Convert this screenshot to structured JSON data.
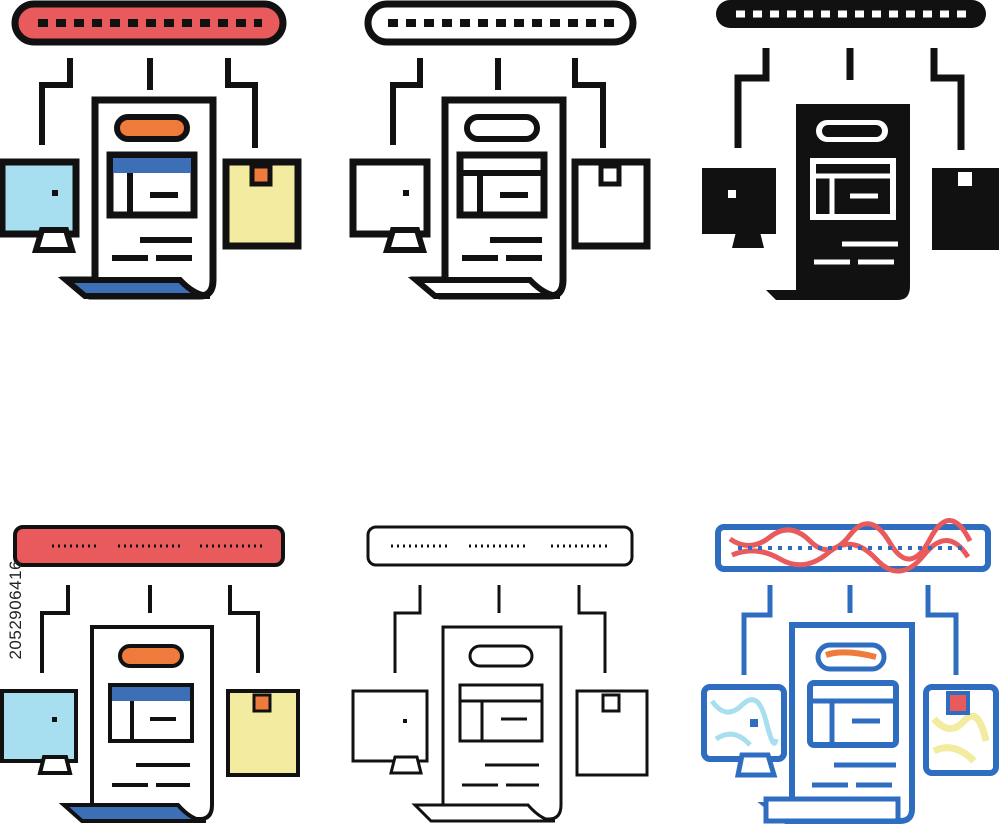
{
  "colors": {
    "red": "#e85a5c",
    "blue": "#3d6fb6",
    "light_blue": "#a8dff0",
    "yellow": "#f3eba0",
    "orange": "#ee7a3b",
    "black": "#111111",
    "white": "#ffffff",
    "sketch_blue": "#2f6dc0"
  },
  "variants": [
    {
      "id": "filled-color",
      "style": "bold-color"
    },
    {
      "id": "outline-bold",
      "style": "bold-outline"
    },
    {
      "id": "glyph-solid",
      "style": "solid-black"
    },
    {
      "id": "flat-color",
      "style": "thin-color"
    },
    {
      "id": "outline-thin",
      "style": "thin-outline"
    },
    {
      "id": "hand-drawn",
      "style": "sketch"
    }
  ],
  "stock_id": "205290641­6"
}
